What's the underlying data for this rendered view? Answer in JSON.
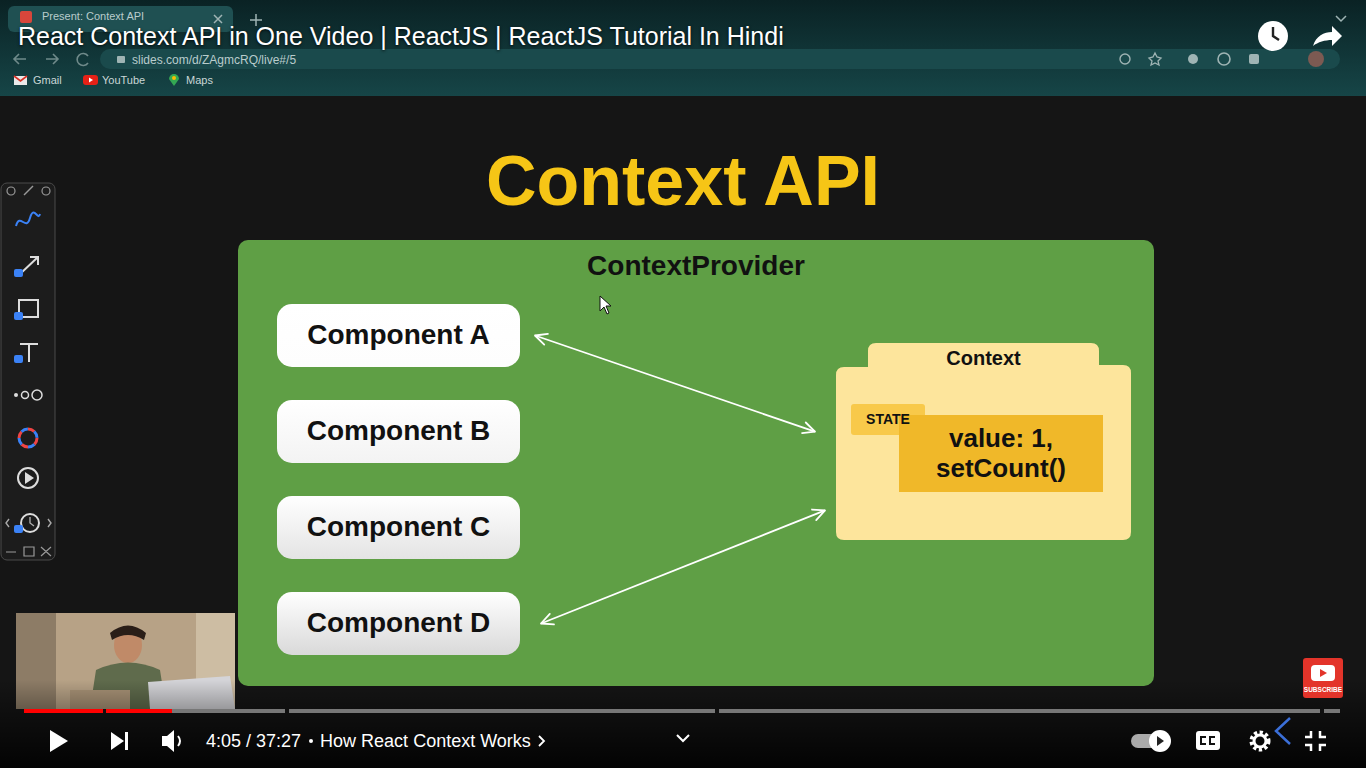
{
  "diagram": {
    "title": "Context API",
    "nodes": [
      {
        "text": [
          "ContextProvider"
        ]
      },
      {
        "text": [
          "Component A"
        ],
        "in": 0
      },
      {
        "text": [
          "Component B"
        ],
        "in": 0
      },
      {
        "text": [
          "Component C"
        ],
        "in": 0
      },
      {
        "text": [
          "Component D"
        ],
        "in": 0
      },
      {
        "text": [
          "Context"
        ],
        "in": 0
      },
      {
        "text": [
          "STATE",
          "value: 1, setCount()"
        ],
        "in": 5
      }
    ],
    "edges": [
      {
        "from": 1,
        "to": 5,
        "arrow": "both"
      },
      {
        "from": 4,
        "to": 5,
        "arrow": "both"
      }
    ],
    "labels": [
      "React Context API in One Video | ReactJS | ReactJS Tutorial In Hindi",
      "Present: Context API",
      "slides.com/d/ZAgmcRQ/live#/5",
      "Gmail",
      "YouTube",
      "Maps",
      "4:05 / 37:27",
      "How React Context Works",
      "SUBSCRIBE"
    ]
  }
}
